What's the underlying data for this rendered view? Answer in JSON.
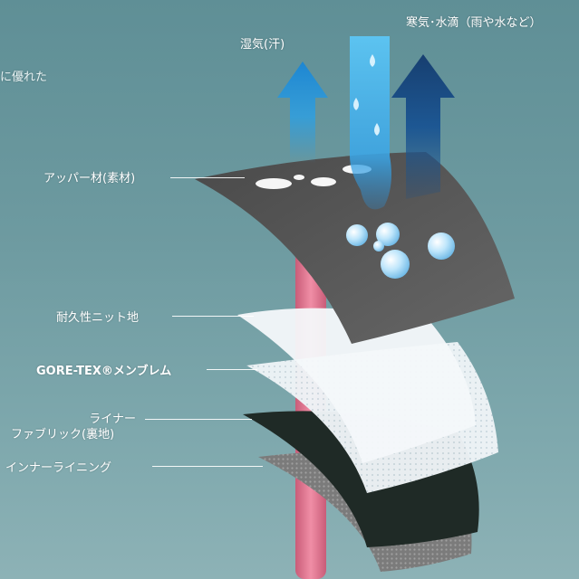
{
  "labels": {
    "top_left_fragment": "に優れた",
    "moisture": "湿気(汗)",
    "cold_water": "寒気･水滴（雨や水など）",
    "upper_material": "アッパー材(素材)",
    "durable_knit": "耐久性ニット地",
    "gore_tex": "GORE-TEX®メンブレム",
    "liner_line1": "ライナー",
    "liner_line2": "ファブリック(裏地)",
    "inner_lining": "インナーライニング"
  },
  "colors": {
    "background": "#6d9aa0",
    "upper_layer": "#5a5a5a",
    "knit_layer": "#f2f6f8",
    "membrane_layer": "#e8f0f5",
    "liner_layer": "#1f2a26",
    "lining_layer": "#8a8a8a",
    "heat_rod": "#e07a92",
    "arrow_light": "#2f9fe0",
    "arrow_center": "#4fb8f0",
    "arrow_dark": "#1b4f86"
  }
}
